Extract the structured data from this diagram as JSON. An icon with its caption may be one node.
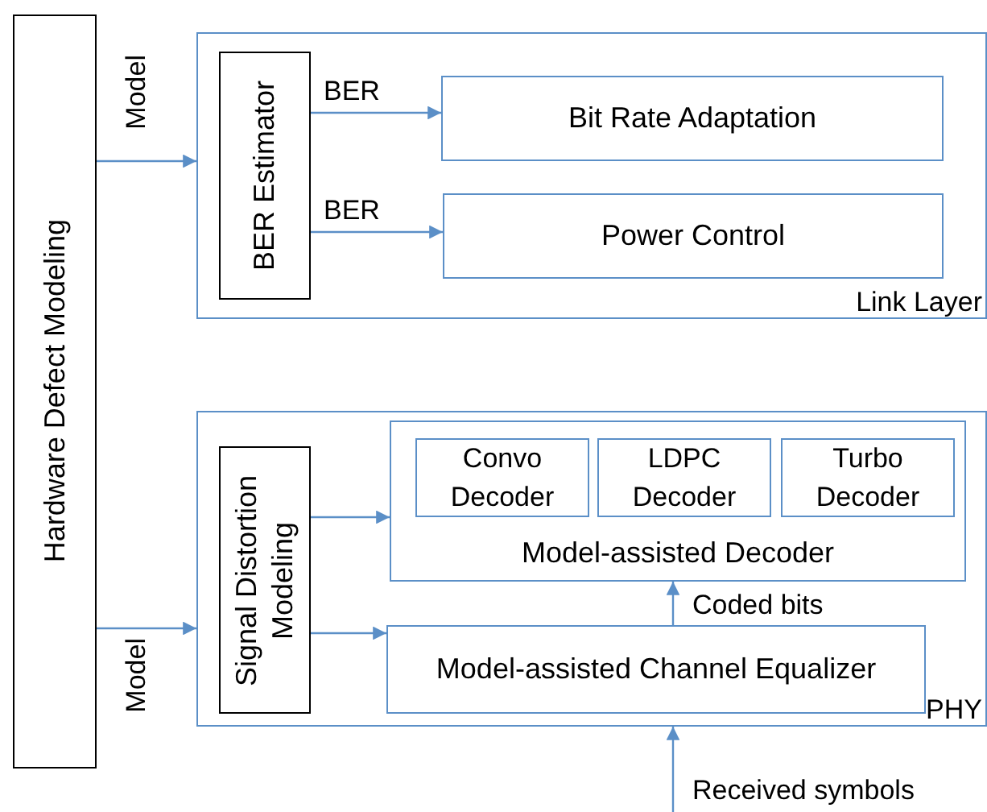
{
  "diagram": {
    "nodes": [
      {
        "text": [
          "Hardware Defect Modeling"
        ]
      },
      {
        "text": [
          "Link Layer"
        ]
      },
      {
        "text": [
          "BER Estimator"
        ],
        "in": 1
      },
      {
        "text": [
          "Bit Rate Adaptation"
        ],
        "in": 1
      },
      {
        "text": [
          "Power Control"
        ],
        "in": 1
      },
      {
        "text": [
          "PHY"
        ]
      },
      {
        "text": [
          "Signal Distortion Modeling"
        ],
        "in": 5
      },
      {
        "text": [
          "Model-assisted Decoder"
        ],
        "in": 5
      },
      {
        "text": [
          "Convo Decoder"
        ],
        "in": 7
      },
      {
        "text": [
          "LDPC Decoder"
        ],
        "in": 7
      },
      {
        "text": [
          "Turbo Decoder"
        ],
        "in": 7
      },
      {
        "text": [
          "Model-assisted Channel Equalizer"
        ],
        "in": 5
      }
    ],
    "edges": [
      {
        "from": 0,
        "to": 1,
        "arrow": "to",
        "label": "Model"
      },
      {
        "from": 0,
        "to": 5,
        "arrow": "to",
        "label": "Model"
      },
      {
        "from": 2,
        "to": 3,
        "arrow": "to",
        "label": "BER"
      },
      {
        "from": 2,
        "to": 4,
        "arrow": "to",
        "label": "BER"
      },
      {
        "from": 6,
        "to": 7,
        "arrow": "to"
      },
      {
        "from": 6,
        "to": 11,
        "arrow": "to"
      },
      {
        "from": 11,
        "to": 7,
        "arrow": "to",
        "label": "Coded bits"
      },
      {
        "from": null,
        "to": 5,
        "arrow": "to",
        "label": "Received symbols"
      }
    ]
  }
}
